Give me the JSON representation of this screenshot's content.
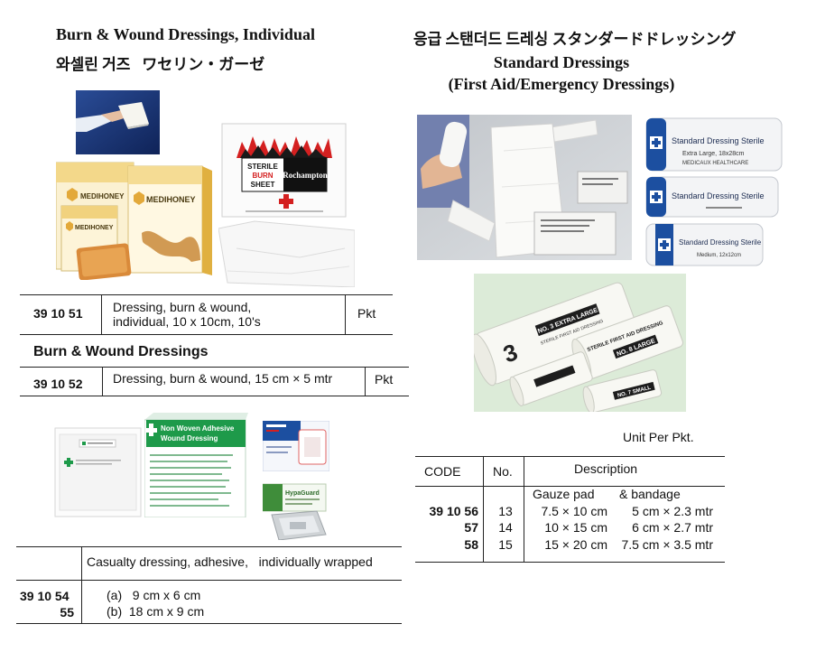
{
  "left": {
    "title": "Burn & Wound Dressings, Individual",
    "subtitle": "와셀린 거즈   ワセリン・ガーゼ",
    "table1": {
      "code": "39 10 51",
      "desc_line1": "Dressing, burn & wound,",
      "desc_line2": "individual, 10 x 10cm, 10's",
      "unit": "Pkt"
    },
    "section2_title": "Burn & Wound Dressings",
    "table2": {
      "code": "39 10 52",
      "desc": "Dressing, burn & wound, 15 cm × 5 mtr",
      "unit": "Pkt"
    },
    "table3": {
      "header": "Casualty dressing, adhesive,   individually wrapped",
      "codes": [
        "39 10 54",
        "55"
      ],
      "items": [
        "(a)   9 cm x 6 cm",
        "(b)  18 cm x 9 cm"
      ]
    }
  },
  "right": {
    "title_kr_jp": "응급 스탠더드 드레싱 スタンダードドレッシング",
    "title": "Standard Dressings",
    "subtitle": "(First Aid/Emergency Dressings)",
    "unit_note": "Unit Per Pkt.",
    "table": {
      "headers": {
        "code": "CODE",
        "no": "No.",
        "description": "Description"
      },
      "sub_header": {
        "pad": "Gauze pad",
        "bandage": "& bandage"
      },
      "rows": [
        {
          "code": "39 10 56",
          "no": "13",
          "pad": "7.5 × 10 cm",
          "bandage": "5 cm × 2.3 mtr"
        },
        {
          "code": "57",
          "no": "14",
          "pad": "10 × 15 cm",
          "bandage": "6 cm × 2.7 mtr"
        },
        {
          "code": "58",
          "no": "15",
          "pad": "15 × 20 cm",
          "bandage": "7.5 cm × 3.5 mtr"
        }
      ]
    }
  },
  "product_labels": {
    "medihoney": "MEDIHONEY",
    "burn_sheet_line1": "STERILE",
    "burn_sheet_line2": "BURN",
    "burn_sheet_line3": "SHEET",
    "burn_sheet_brand": "Rochampton",
    "wound_box_line1": "Non Woven Adhesive",
    "wound_box_line2": "Wound Dressing",
    "hypaguard": "HypaGuard",
    "standard_dressing": "Standard Dressing Sterile",
    "pack_xl_size": "Extra Large, 18x28cm",
    "pack_maker": "MEDICAUX HEALTHCARE",
    "pack_medium_size": "Medium, 12x12cm",
    "roll_number": "3",
    "roll_xl": "NO. 3 EXTRA LARGE",
    "roll_large": "NO. 8 LARGE",
    "roll_small": "NO. 7 SMALL",
    "roll_caption": "STERILE FIRST AID DRESSING"
  },
  "colors": {
    "brand_blue": "#1c4fa0",
    "wound_box_green": "#1e9a4a",
    "burn_red": "#d42020",
    "honey_gold": "#e0a53a"
  }
}
